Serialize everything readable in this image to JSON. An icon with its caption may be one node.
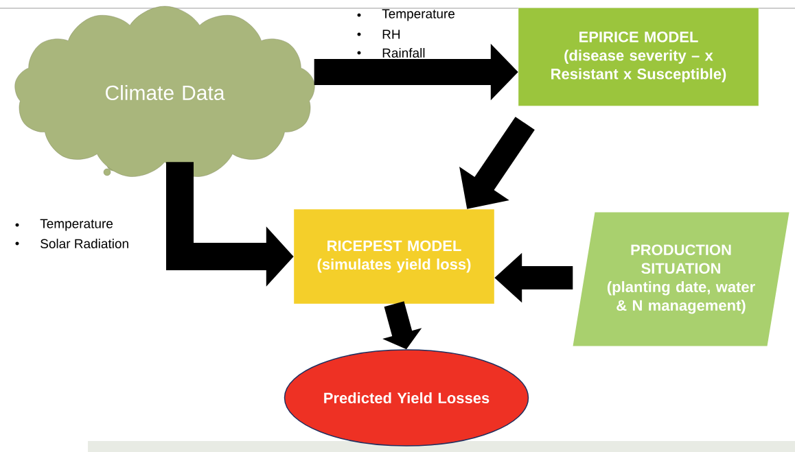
{
  "diagram": {
    "nodes": [
      {
        "text": [
          "Climate Data"
        ]
      },
      {
        "text": [
          "EPIRICE MODEL",
          "(disease severity – x Resistant x Susceptible)"
        ]
      },
      {
        "text": [
          "RICEPEST MODEL",
          "(simulates yield loss)"
        ]
      },
      {
        "text": [
          "PRODUCTION SITUATION",
          "(planting date, water & N management)"
        ]
      },
      {
        "text": [
          "Predicted Yield Losses"
        ]
      }
    ],
    "edges": [
      {
        "from": 0,
        "to": 1,
        "arrow": "to"
      },
      {
        "from": 1,
        "to": 2,
        "arrow": "to"
      },
      {
        "from": 0,
        "to": 2,
        "arrow": "to"
      },
      {
        "from": 3,
        "to": 2,
        "arrow": "to"
      },
      {
        "from": 2,
        "to": 4,
        "arrow": "to"
      }
    ],
    "labels": [
      "Temperature",
      "RH",
      "Rainfall",
      "Temperature",
      "Solar Radiation"
    ]
  }
}
